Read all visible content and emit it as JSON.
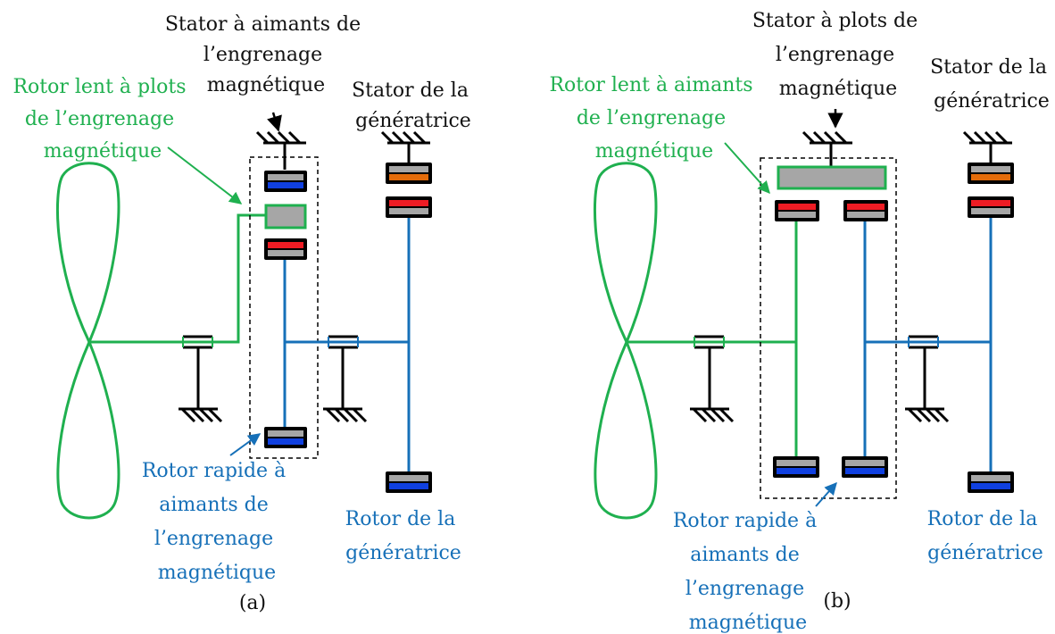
{
  "colors": {
    "green": "#1fb04f",
    "blue": "#1670b8",
    "red": "#ee1c24",
    "gray": "#a6a6a6",
    "orange": "#e46c0a",
    "magnet_blue": "#1040e0"
  },
  "diagram_a": {
    "label_stator_magnets": [
      "Stator à aimants de",
      "l’engrenage",
      "magnétique"
    ],
    "label_generator_stator": [
      "Stator de la",
      "génératrice"
    ],
    "label_slow_rotor": [
      "Rotor lent à plots",
      "de l’engrenage",
      "magnétique"
    ],
    "label_fast_rotor": [
      "Rotor rapide à",
      "aimants de",
      "l’engrenage",
      "magnétique"
    ],
    "label_generator_rotor": [
      "Rotor de la",
      "génératrice"
    ],
    "caption": "(a)"
  },
  "diagram_b": {
    "label_stator_pole_pieces": [
      "Stator à plots de",
      "l’engrenage",
      "magnétique"
    ],
    "label_generator_stator": [
      "Stator de la",
      "génératrice"
    ],
    "label_slow_rotor": [
      "Rotor lent à aimants",
      "de l’engrenage",
      "magnétique"
    ],
    "label_fast_rotor": [
      "Rotor rapide à",
      "aimants de",
      "l’engrenage",
      "magnétique"
    ],
    "label_generator_rotor": [
      "Rotor de la",
      "génératrice"
    ],
    "caption": "(b)"
  }
}
